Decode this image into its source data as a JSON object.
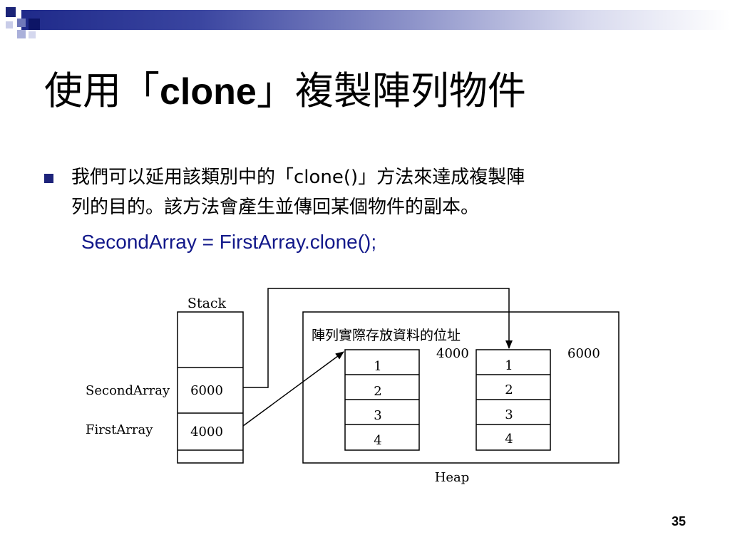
{
  "slide": {
    "title_prefix": "使用「",
    "title_keyword": "clone",
    "title_suffix": "」複製陣列物件",
    "bullet_line1": "我們可以延用該類別中的「clone()」方法來達成複製陣",
    "bullet_line2": "列的目的。該方法會產生並傳回某個物件的副本。",
    "code": "SecondArray = FirstArray.clone();",
    "page_number": "35"
  },
  "diagram": {
    "stack_label": "Stack",
    "heap_label": "Heap",
    "heap_caption": "陣列實際存放資料的位址",
    "second_array_label": "SecondArray",
    "first_array_label": "FirstArray",
    "second_array_value": "6000",
    "first_array_value": "4000",
    "array_a": {
      "address": "4000",
      "cells": [
        "1",
        "2",
        "3",
        "4"
      ]
    },
    "array_b": {
      "address": "6000",
      "cells": [
        "1",
        "2",
        "3",
        "4"
      ]
    }
  },
  "colors": {
    "accent": "#1d237a",
    "code_text": "#12188a"
  }
}
